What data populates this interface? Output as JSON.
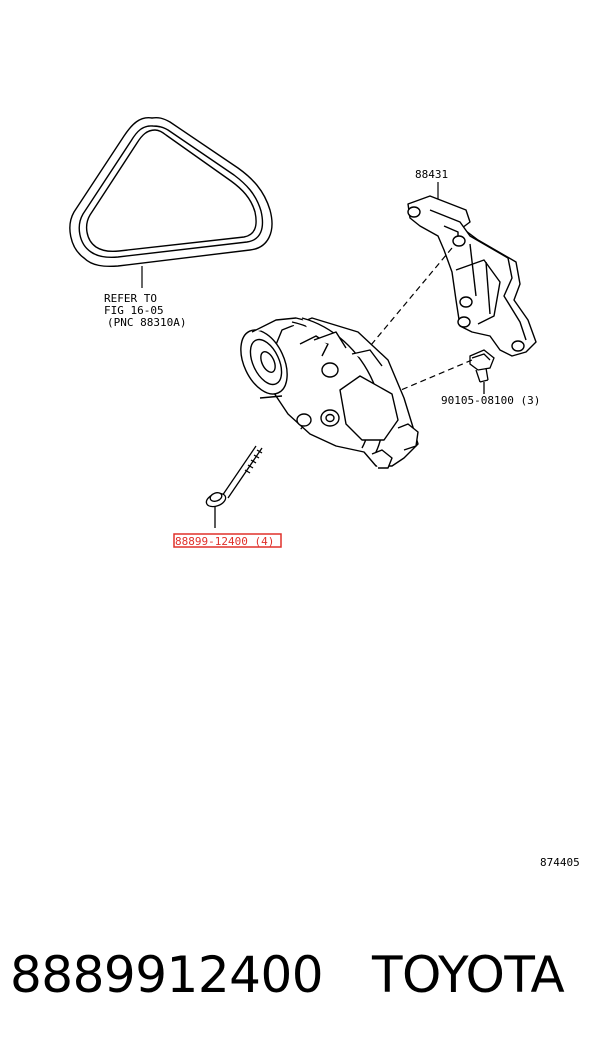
{
  "labels": {
    "belt_ref_line1": "REFER TO",
    "belt_ref_line2": "FIG 16-05",
    "belt_ref_line3": "(PNC 88310A)",
    "bracket": "88431",
    "bracket_bolt": "90105-08100 (3)",
    "compressor_bolt": "88899-12400 (4)",
    "figure_number": "874405"
  },
  "footer": {
    "part_number": "8889912400",
    "brand": "TOYOTA"
  },
  "colors": {
    "highlight": "#e0302a",
    "line": "#000000"
  }
}
